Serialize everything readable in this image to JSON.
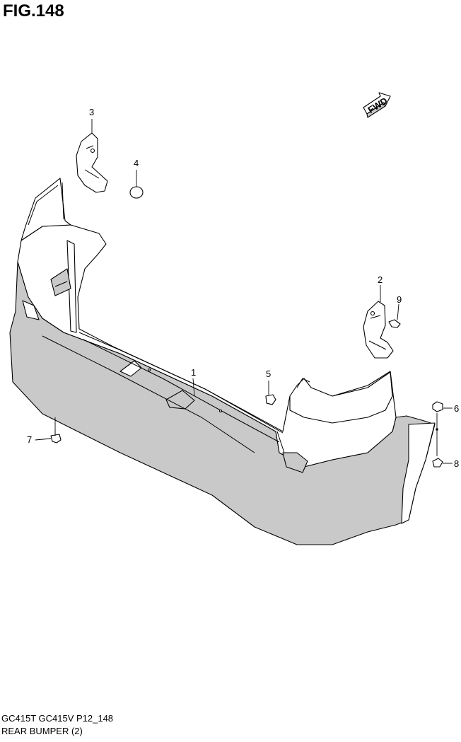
{
  "figure": {
    "title": "FIG.148",
    "fwd_label": "FWD"
  },
  "callouts": [
    {
      "id": "1",
      "label": "1"
    },
    {
      "id": "2",
      "label": "2"
    },
    {
      "id": "3",
      "label": "3"
    },
    {
      "id": "4",
      "label": "4"
    },
    {
      "id": "5",
      "label": "5"
    },
    {
      "id": "6",
      "label": "6"
    },
    {
      "id": "7",
      "label": "7"
    },
    {
      "id": "8",
      "label": "8"
    },
    {
      "id": "9",
      "label": "9"
    }
  ],
  "footer": {
    "model_code": "GC415T GC415V P12_148",
    "section_name": "REAR BUMPER (2)"
  },
  "colors": {
    "part_shade": "#c9c9c9",
    "line": "#000000",
    "background": "#ffffff"
  }
}
